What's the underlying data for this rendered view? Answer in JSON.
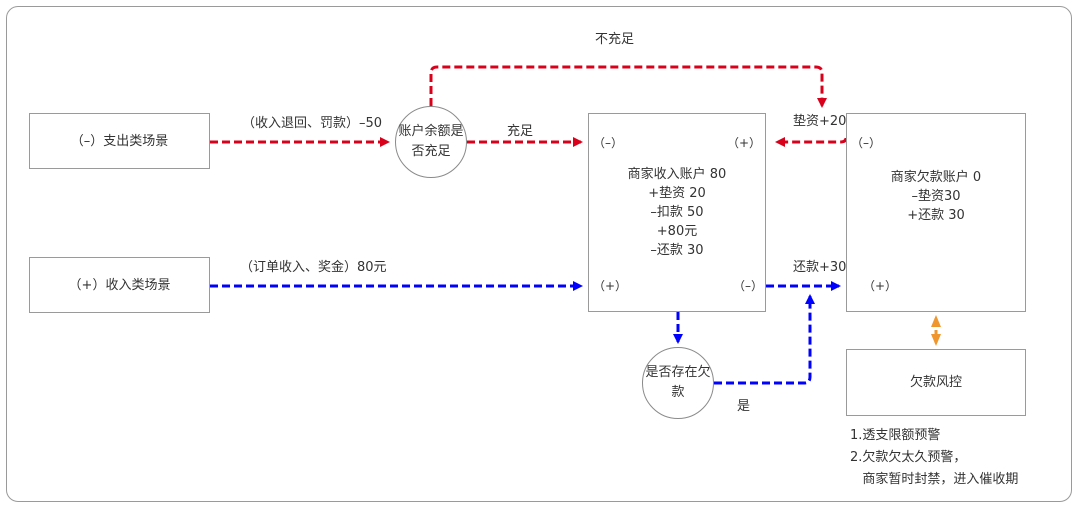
{
  "colors": {
    "red_flow": "#D9001B",
    "blue_flow": "#0000FF",
    "orange_flow": "#F0962E",
    "border": "#9a9a9a"
  },
  "nodes": {
    "expense_scene": "（–）支出类场景",
    "income_scene": "（+）收入类场景",
    "balance_check": "账户余额是否充足",
    "debt_check": "是否存在欠款",
    "income_account": {
      "lines": "商家收入账户 80\n+垫资 20\n–扣款 50\n+80元\n–还款 30",
      "sign_top_left": "（–）",
      "sign_top_right": "（+）",
      "sign_bottom_left": "（+）",
      "sign_bottom_right": "（–）"
    },
    "debt_account": {
      "lines": "商家欠款账户 0\n–垫资30\n+还款 30",
      "sign_top_left": "（–）",
      "sign_bottom_left": "（+）"
    },
    "debt_risk_control": "欠款风控"
  },
  "edges": {
    "expense_to_check": "（收入退回、罚款）–50",
    "sufficient": "充足",
    "insufficient": "不充足",
    "advance": "垫资+20",
    "income_to_account": "（订单收入、奖金）80元",
    "repayment": "还款+30",
    "yes": "是"
  },
  "notes": {
    "risk_rules": "1.透支限额预警\n2.欠款欠太久预警，\n   商家暂时封禁，进入催收期"
  }
}
